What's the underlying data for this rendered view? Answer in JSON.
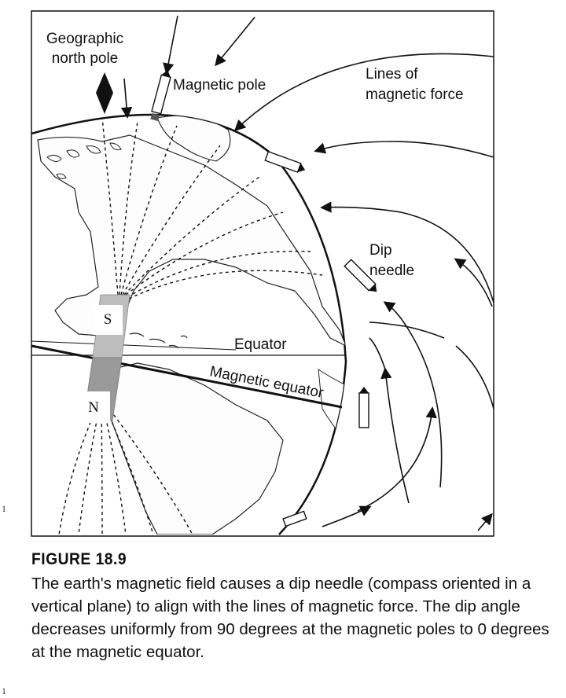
{
  "diagram": {
    "labels": {
      "geographic_north_pole": [
        "Geographic",
        "north pole"
      ],
      "magnetic_pole": "Magnetic pole",
      "lines_of_force": [
        "Lines of",
        "magnetic force"
      ],
      "dip_needle": [
        "Dip",
        "needle"
      ],
      "equator": "Equator",
      "magnetic_equator": "Magnetic equator",
      "magnet_south": "S",
      "magnet_north": "N"
    }
  },
  "caption": {
    "figure_number": "FIGURE 18.9",
    "text": "The earth's magnetic field causes a dip needle (compass oriented in a vertical plane) to align with the lines of magnetic force. The dip angle decreases uniformly from 90 degrees at the magnetic poles to 0 degrees at the magnetic equator."
  },
  "margin_marks": [
    "1",
    "1"
  ]
}
